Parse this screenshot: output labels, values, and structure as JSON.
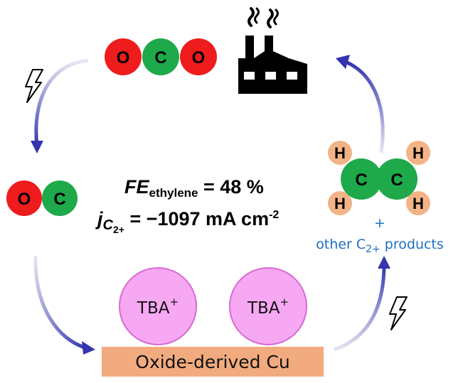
{
  "molecules": {
    "co2": {
      "atoms": [
        "O",
        "C",
        "O"
      ]
    },
    "co": {
      "atoms": [
        "O",
        "C"
      ]
    },
    "ethylene": {
      "carbons": [
        "C",
        "C"
      ],
      "hydrogens": [
        "H",
        "H",
        "H",
        "H"
      ]
    }
  },
  "equations": {
    "fe_symbol": "FE",
    "fe_subscript": "ethylene",
    "fe_value": " = 48 %",
    "j_symbol": "j",
    "j_sub_c": "C",
    "j_sub_num": "2+",
    "j_value": " = −1097 mA cm",
    "j_exponent": "-2"
  },
  "products": {
    "plus": "+",
    "label_prefix": "other C",
    "label_sub": "2+",
    "label_suffix": " products"
  },
  "cations": [
    {
      "base": "TBA",
      "charge": "+"
    },
    {
      "base": "TBA",
      "charge": "+"
    }
  ],
  "catalyst": {
    "label": "Oxide-derived Cu"
  },
  "icons": [
    "factory-icon",
    "lightning-bolt-icon",
    "cycle-arrow-icon"
  ],
  "colors": {
    "oxygen": "#ee1c1c",
    "carbon": "#1ea94a",
    "hydrogen": "#f2b487",
    "tba": "#f7a8f2",
    "tba_stroke": "#d76ad2",
    "catalyst": "#f2ab7e",
    "arrow": "#3a3ab0",
    "product_text": "#1e6fc0"
  }
}
